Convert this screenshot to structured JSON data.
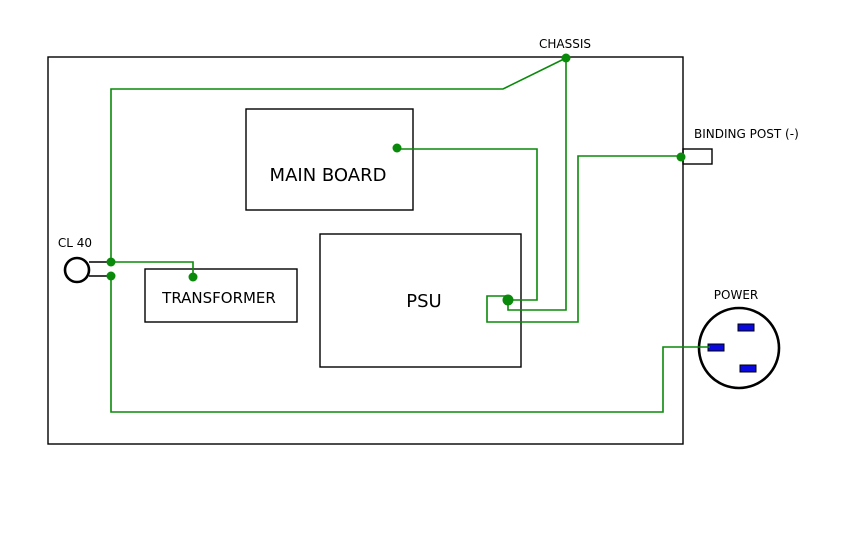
{
  "labels": {
    "chassis": "CHASSIS",
    "binding_post": "BINDING POST (-)",
    "main_board": "MAIN BOARD",
    "transformer": "TRANSFORMER",
    "psu": "PSU",
    "cl40": "CL 40",
    "power": "POWER"
  },
  "colors": {
    "wire": "#0a8a0a",
    "node": "#0a8a0a",
    "prong": "#0a0ae0",
    "outline": "#000000"
  }
}
